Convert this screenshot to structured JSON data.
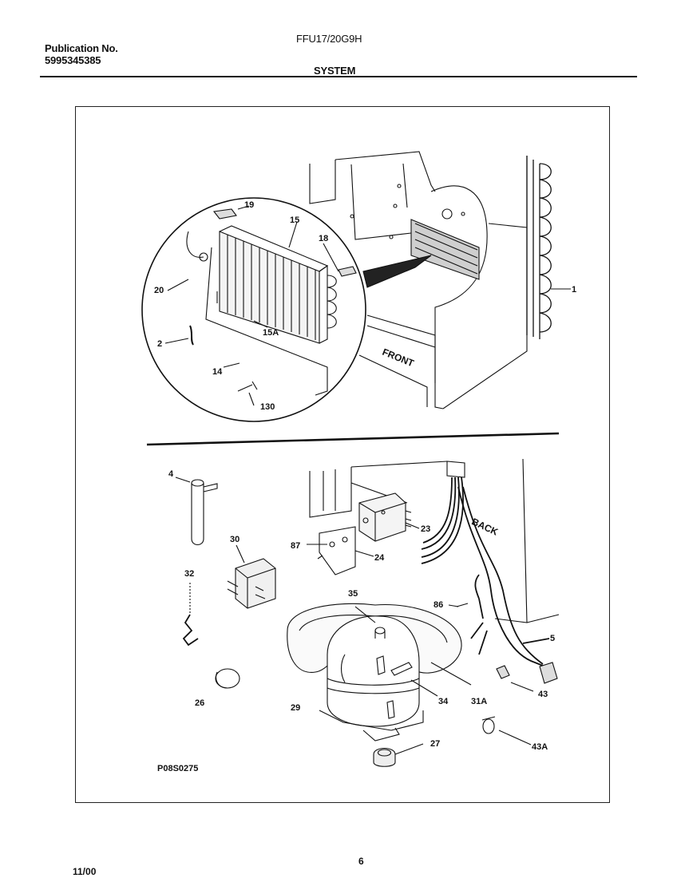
{
  "header": {
    "publication_label": "Publication No.",
    "publication_number": "5995345385",
    "model": "FFU17/20G9H",
    "section": "SYSTEM"
  },
  "diagram": {
    "drawing_code": "P08S0275",
    "direction_front": "FRONT",
    "direction_back": "BACK",
    "part_numbers": {
      "p1": "1",
      "p2": "2",
      "p4": "4",
      "p5": "5",
      "p14": "14",
      "p15": "15",
      "p15a": "15A",
      "p18": "18",
      "p19": "19",
      "p20": "20",
      "p23": "23",
      "p24": "24",
      "p26": "26",
      "p27": "27",
      "p29": "29",
      "p30": "30",
      "p31a": "31A",
      "p32": "32",
      "p34": "34",
      "p35": "35",
      "p43": "43",
      "p43a": "43A",
      "p86": "86",
      "p87": "87",
      "p130": "130"
    }
  },
  "footer": {
    "date": "11/00",
    "page": "6"
  }
}
